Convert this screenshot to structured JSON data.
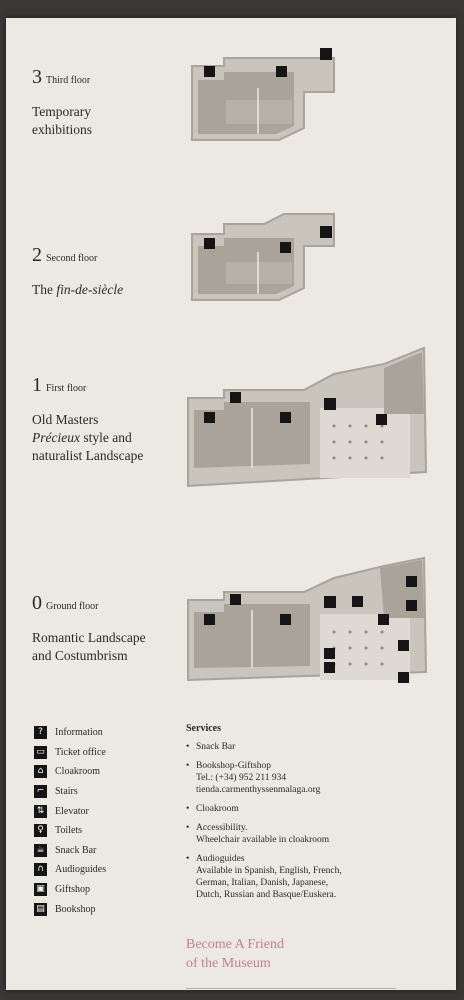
{
  "floors": [
    {
      "number": "3",
      "name": "Third floor",
      "desc1": "Temporary",
      "desc2": "exhibitions"
    },
    {
      "number": "2",
      "name": "Second floor",
      "desc_pre": "The ",
      "desc_italic": "fin-de-siècle"
    },
    {
      "number": "1",
      "name": "First floor",
      "desc1": "Old Masters",
      "desc2_italic": "Précieux",
      "desc2_rest": " style and",
      "desc3": "naturalist Landscape"
    },
    {
      "number": "0",
      "name": "Ground floor",
      "desc1": "Romantic Landscape",
      "desc2": "and Costumbrism"
    }
  ],
  "legend": {
    "items": [
      {
        "label": "Information",
        "icon": "info-icon",
        "glyph": "?"
      },
      {
        "label": "Ticket office",
        "icon": "ticket-icon",
        "glyph": "▭"
      },
      {
        "label": "Cloakroom",
        "icon": "hanger-icon",
        "glyph": "⌂"
      },
      {
        "label": "Stairs",
        "icon": "stairs-icon",
        "glyph": "⌐"
      },
      {
        "label": "Elevator",
        "icon": "elevator-icon",
        "glyph": "⇅"
      },
      {
        "label": "Toilets",
        "icon": "toilets-icon",
        "glyph": "♀"
      },
      {
        "label": "Snack Bar",
        "icon": "snack-bar-icon",
        "glyph": "☕"
      },
      {
        "label": "Audioguides",
        "icon": "headphones-icon",
        "glyph": "∩"
      },
      {
        "label": "Giftshop",
        "icon": "giftshop-icon",
        "glyph": "▣"
      },
      {
        "label": "Bookshop",
        "icon": "bookshop-icon",
        "glyph": "▤"
      }
    ]
  },
  "services": {
    "title": "Services",
    "snack": "Snack Bar",
    "bookshop": "Bookshop-Giftshop",
    "bookshop_tel": "Tel.: (+34) 952 211 934",
    "bookshop_web": "tienda.carmenthyssenmalaga.org",
    "cloakroom": "Cloakroom",
    "access": "Accessibility.",
    "access_sub": "Wheelchair available in cloakroom",
    "audio": "Audioguides",
    "audio_sub1": "Available in Spanish, English, French,",
    "audio_sub2": "German, Italian, Danish, Japanese,",
    "audio_sub3": "Dutch, Russian and Basque/Euskera."
  },
  "friend": {
    "line1": "Become A Friend",
    "line2": "of the Museum"
  },
  "colors": {
    "paper": "#ece8e2",
    "map_fill": "#a9a39a",
    "map_light": "#c9c4bc",
    "accent": "#c2828c",
    "icon_bg": "#151515"
  }
}
